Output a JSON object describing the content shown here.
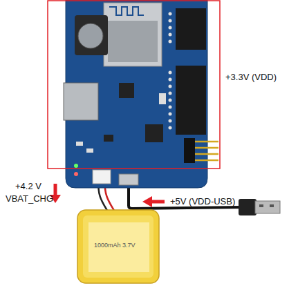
{
  "diagram": {
    "labels": [
      "+3.3V (VDD)",
      "+4.2 V",
      "VBAT_CHG",
      "+5V (VDD-USB)",
      "1000mAh 3.7V"
    ]
  }
}
